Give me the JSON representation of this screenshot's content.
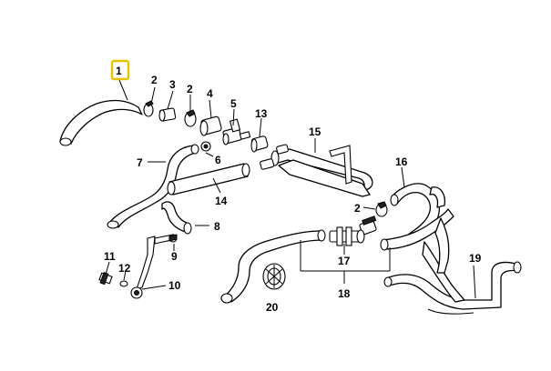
{
  "diagram": {
    "callouts": [
      {
        "id": "c1",
        "label": "1"
      },
      {
        "id": "c2a",
        "label": "2"
      },
      {
        "id": "c3",
        "label": "3"
      },
      {
        "id": "c2b",
        "label": "2"
      },
      {
        "id": "c4",
        "label": "4"
      },
      {
        "id": "c5",
        "label": "5"
      },
      {
        "id": "c13",
        "label": "13"
      },
      {
        "id": "c15",
        "label": "15"
      },
      {
        "id": "c7",
        "label": "7"
      },
      {
        "id": "c6",
        "label": "6"
      },
      {
        "id": "c16",
        "label": "16"
      },
      {
        "id": "c14",
        "label": "14"
      },
      {
        "id": "c2c",
        "label": "2"
      },
      {
        "id": "c8",
        "label": "8"
      },
      {
        "id": "c9",
        "label": "9"
      },
      {
        "id": "c11",
        "label": "11"
      },
      {
        "id": "c12",
        "label": "12"
      },
      {
        "id": "c10",
        "label": "10"
      },
      {
        "id": "c17",
        "label": "17"
      },
      {
        "id": "c19",
        "label": "19"
      },
      {
        "id": "c18",
        "label": "18"
      },
      {
        "id": "c20",
        "label": "20"
      }
    ],
    "highlight_color": "#e8c100"
  }
}
